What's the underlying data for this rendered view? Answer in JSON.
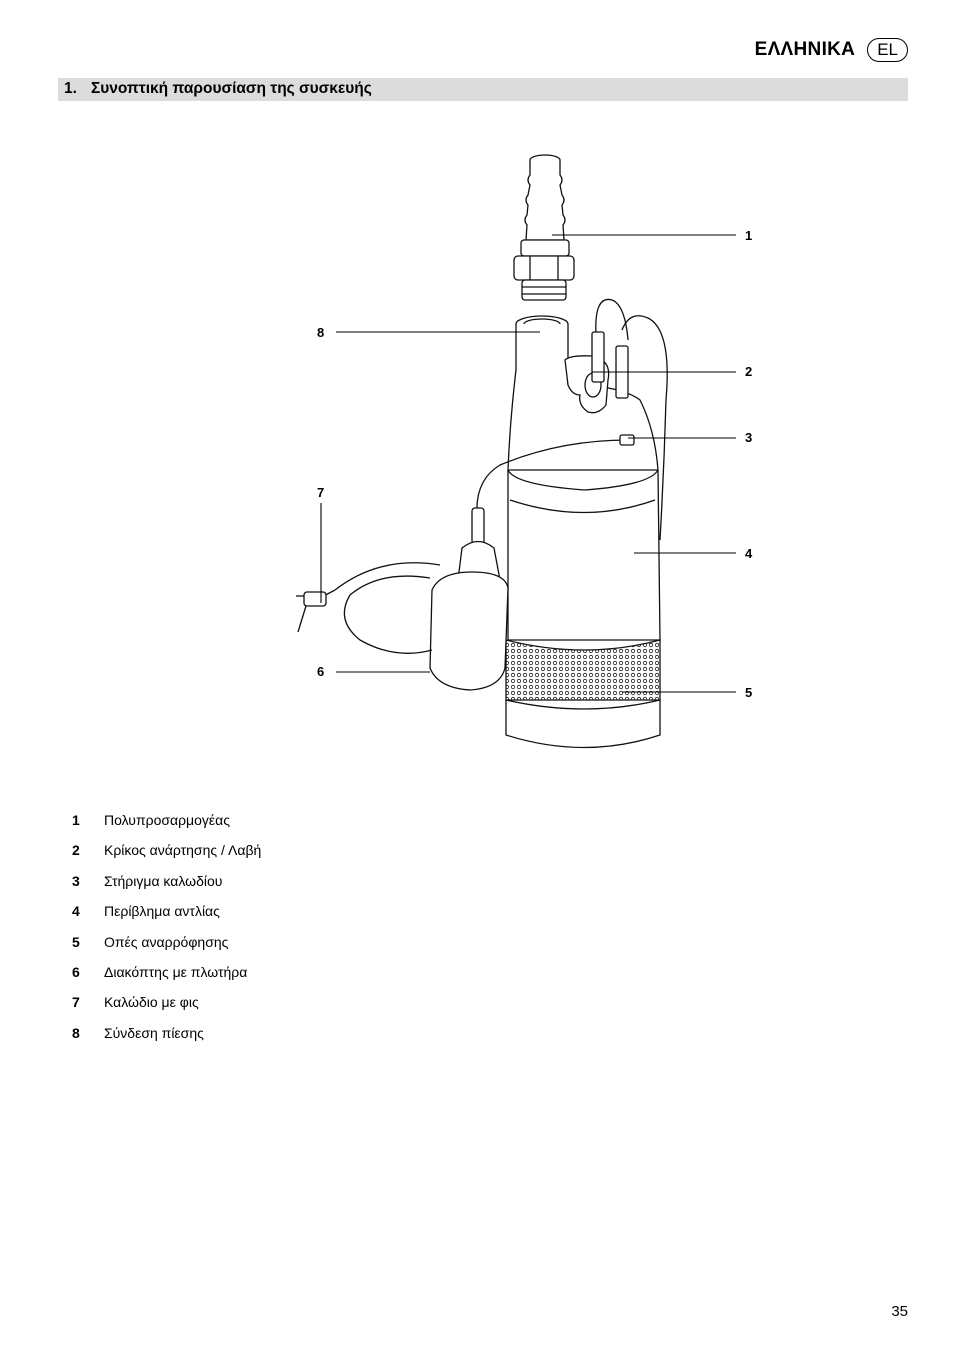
{
  "header": {
    "language_title": "ΕΛΛΗΝΙΚΑ",
    "language_code": "EL"
  },
  "section": {
    "number": "1.",
    "title": "Συνοπτική παρουσίαση της συσκευής"
  },
  "figure": {
    "callouts": [
      "1",
      "2",
      "3",
      "4",
      "5",
      "6",
      "7",
      "8"
    ]
  },
  "legend": [
    {
      "num": "1",
      "label": "Πολυπροσαρμογέας"
    },
    {
      "num": "2",
      "label": "Κρίκος ανάρτησης / Λαβή"
    },
    {
      "num": "3",
      "label": "Στήριγμα καλωδίου"
    },
    {
      "num": "4",
      "label": "Περίβλημα αντλίας"
    },
    {
      "num": "5",
      "label": "Οπές αναρρόφησης"
    },
    {
      "num": "6",
      "label": "Διακόπτης με πλωτήρα"
    },
    {
      "num": "7",
      "label": "Καλώδιο με φις"
    },
    {
      "num": "8",
      "label": "Σύνδεση πίεσης"
    }
  ],
  "footer": {
    "page_number": "35"
  }
}
